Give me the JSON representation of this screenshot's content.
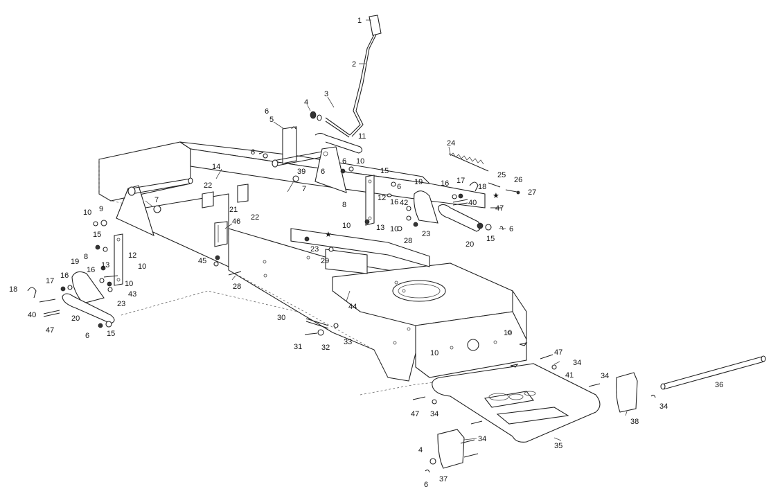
{
  "labels": [
    {
      "text": "1"
    },
    {
      "text": "2"
    },
    {
      "text": "3"
    },
    {
      "text": "4"
    },
    {
      "text": "5"
    },
    {
      "text": "6"
    },
    {
      "text": "6"
    },
    {
      "text": "11"
    },
    {
      "text": "6"
    },
    {
      "text": "7"
    },
    {
      "text": "39"
    },
    {
      "text": "6"
    },
    {
      "text": "9"
    },
    {
      "text": "10"
    },
    {
      "text": "24"
    },
    {
      "text": "14"
    },
    {
      "text": "22"
    },
    {
      "text": "7"
    },
    {
      "text": "21"
    },
    {
      "text": "22"
    },
    {
      "text": "46"
    },
    {
      "text": "15"
    },
    {
      "text": "6"
    },
    {
      "text": "12"
    },
    {
      "text": "8"
    },
    {
      "text": "10"
    },
    {
      "text": "13"
    },
    {
      "text": "16"
    },
    {
      "text": "42"
    },
    {
      "text": "10"
    },
    {
      "text": "28"
    },
    {
      "text": "23"
    },
    {
      "text": "19"
    },
    {
      "text": "16"
    },
    {
      "text": "17"
    },
    {
      "text": "18"
    },
    {
      "text": "25"
    },
    {
      "text": "26"
    },
    {
      "text": "27"
    },
    {
      "text": "40"
    },
    {
      "text": "47"
    },
    {
      "text": "6"
    },
    {
      "text": "15"
    },
    {
      "text": "20"
    },
    {
      "text": "7"
    },
    {
      "text": "10"
    },
    {
      "text": "9"
    },
    {
      "text": "15"
    },
    {
      "text": "8"
    },
    {
      "text": "12"
    },
    {
      "text": "19"
    },
    {
      "text": "16"
    },
    {
      "text": "13"
    },
    {
      "text": "10"
    },
    {
      "text": "10"
    },
    {
      "text": "43"
    },
    {
      "text": "17"
    },
    {
      "text": "16"
    },
    {
      "text": "18"
    },
    {
      "text": "40"
    },
    {
      "text": "47"
    },
    {
      "text": "20"
    },
    {
      "text": "6"
    },
    {
      "text": "15"
    },
    {
      "text": "23"
    },
    {
      "text": "23"
    },
    {
      "text": "29"
    },
    {
      "text": "45"
    },
    {
      "text": "28"
    },
    {
      "text": "44"
    },
    {
      "text": "30"
    },
    {
      "text": "31"
    },
    {
      "text": "32"
    },
    {
      "text": "33"
    },
    {
      "text": "10"
    },
    {
      "text": "10"
    },
    {
      "text": "47"
    },
    {
      "text": "34"
    },
    {
      "text": "41"
    },
    {
      "text": "34"
    },
    {
      "text": "36"
    },
    {
      "text": "34"
    },
    {
      "text": "38"
    },
    {
      "text": "47"
    },
    {
      "text": "34"
    },
    {
      "text": "34"
    },
    {
      "text": "35"
    },
    {
      "text": "4"
    },
    {
      "text": "6"
    },
    {
      "text": "37"
    }
  ],
  "markers": [
    {
      "text": "★"
    },
    {
      "text": "★"
    }
  ]
}
